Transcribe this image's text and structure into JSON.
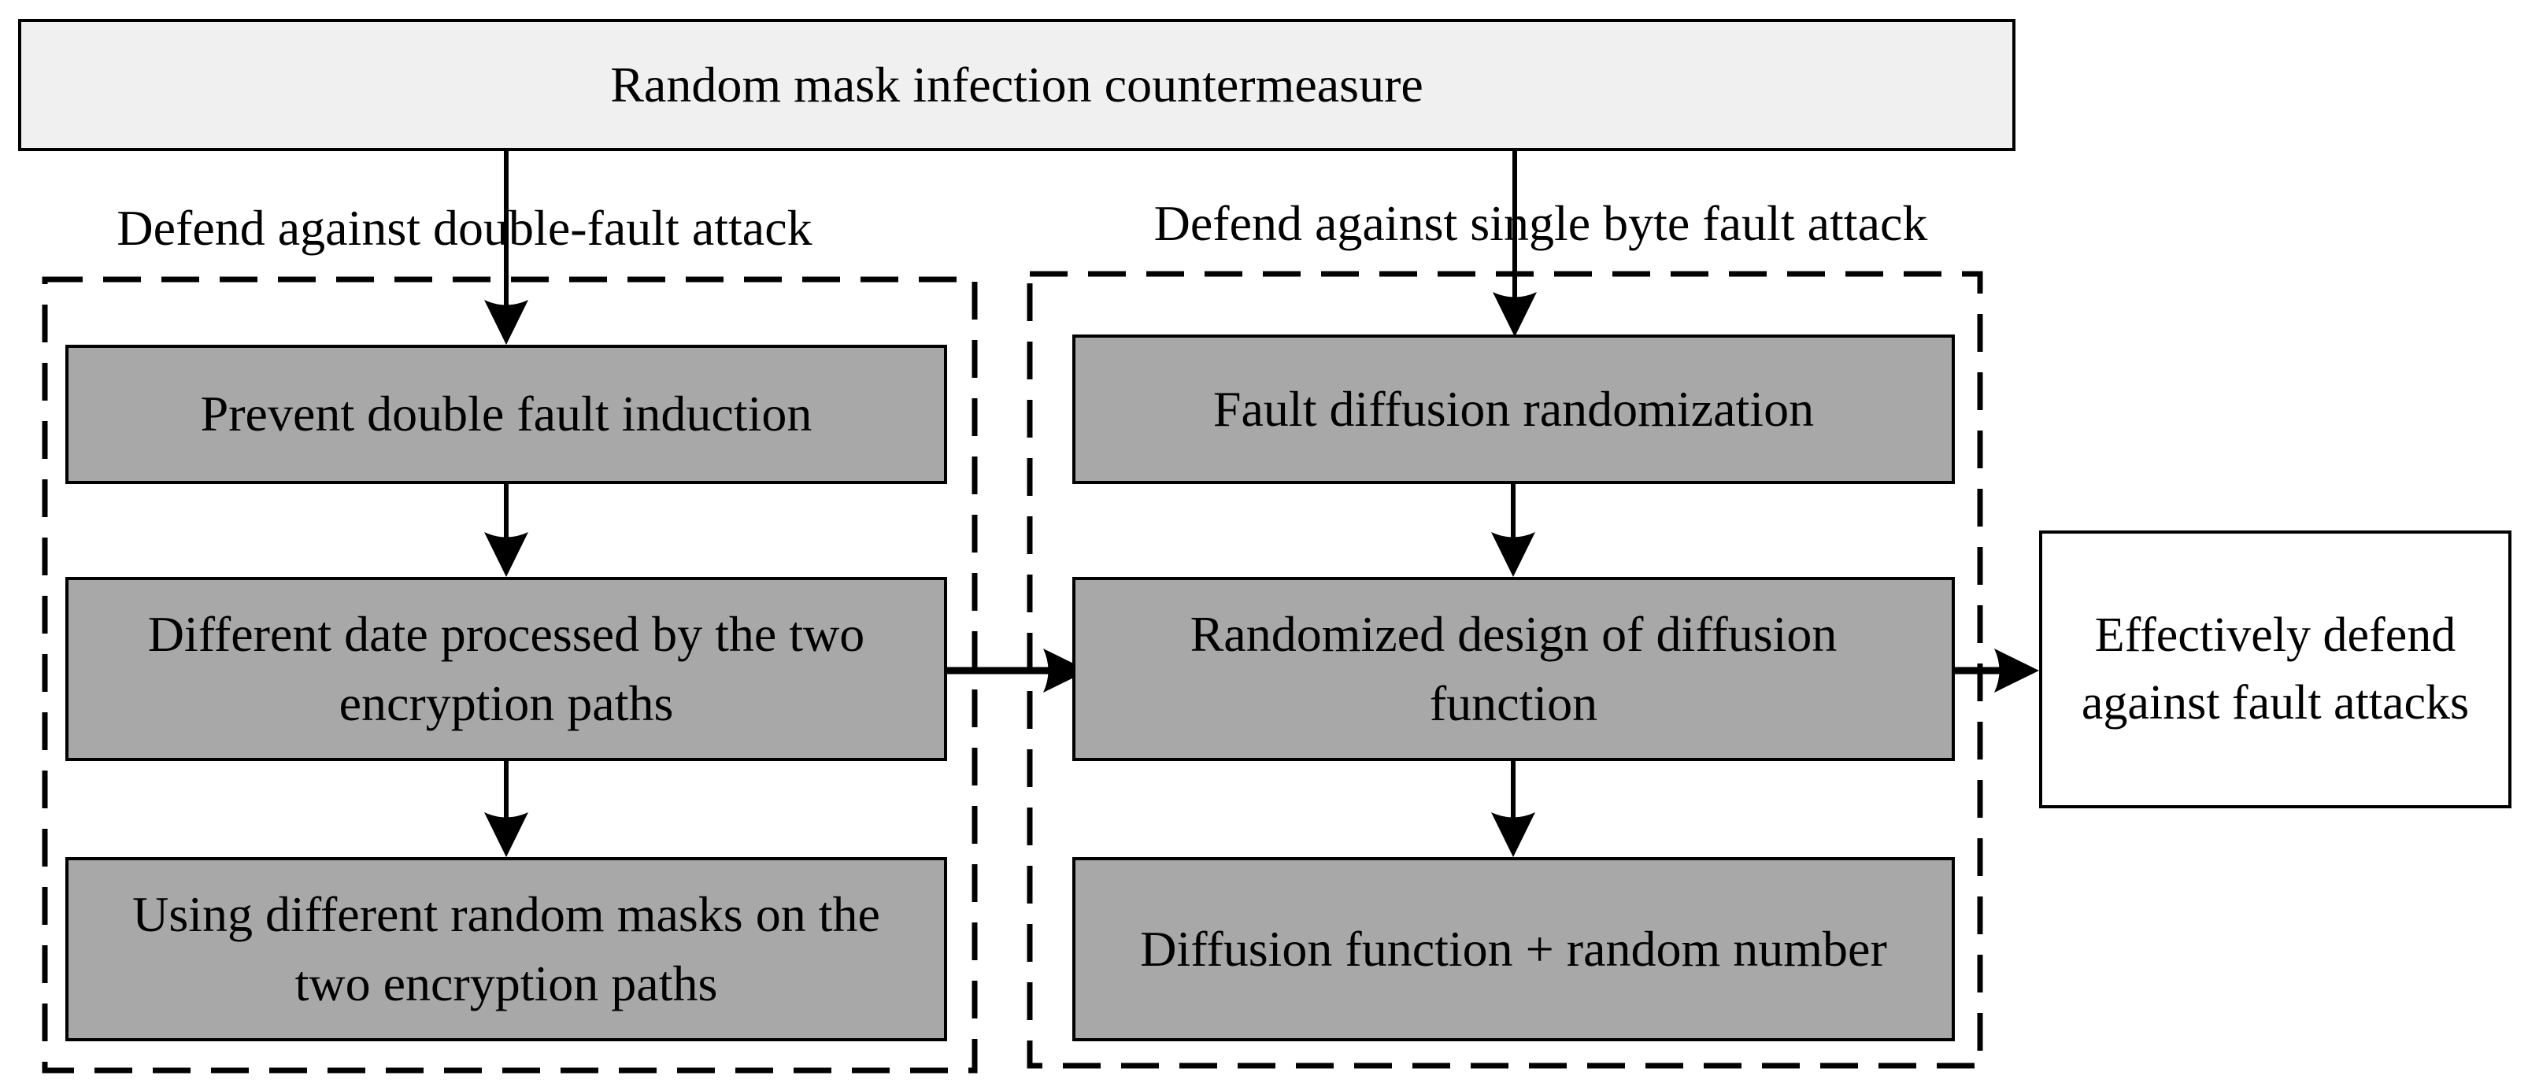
{
  "diagram": {
    "title": "Random mask infection countermeasure",
    "branches": {
      "left": {
        "label": "Defend against double-fault attack",
        "boxes": [
          {
            "lines": [
              "Prevent double fault induction"
            ]
          },
          {
            "lines": [
              "Different date processed by the two",
              "encryption paths"
            ]
          },
          {
            "lines": [
              "Using different random masks on the",
              "two encryption paths"
            ]
          }
        ]
      },
      "right": {
        "label": "Defend against single byte fault attack",
        "boxes": [
          {
            "lines": [
              "Fault diffusion randomization"
            ]
          },
          {
            "lines": [
              "Randomized design of diffusion",
              "function"
            ]
          },
          {
            "lines": [
              "Diffusion function + random number"
            ]
          }
        ]
      }
    },
    "result": {
      "lines": [
        "Effectively defend",
        "against fault attacks"
      ]
    },
    "colors": {
      "title_fill": "#f0f0f0",
      "process_fill": "#a8a8a8",
      "result_fill": "#ffffff",
      "line": "#000000",
      "background": "#ffffff"
    }
  }
}
